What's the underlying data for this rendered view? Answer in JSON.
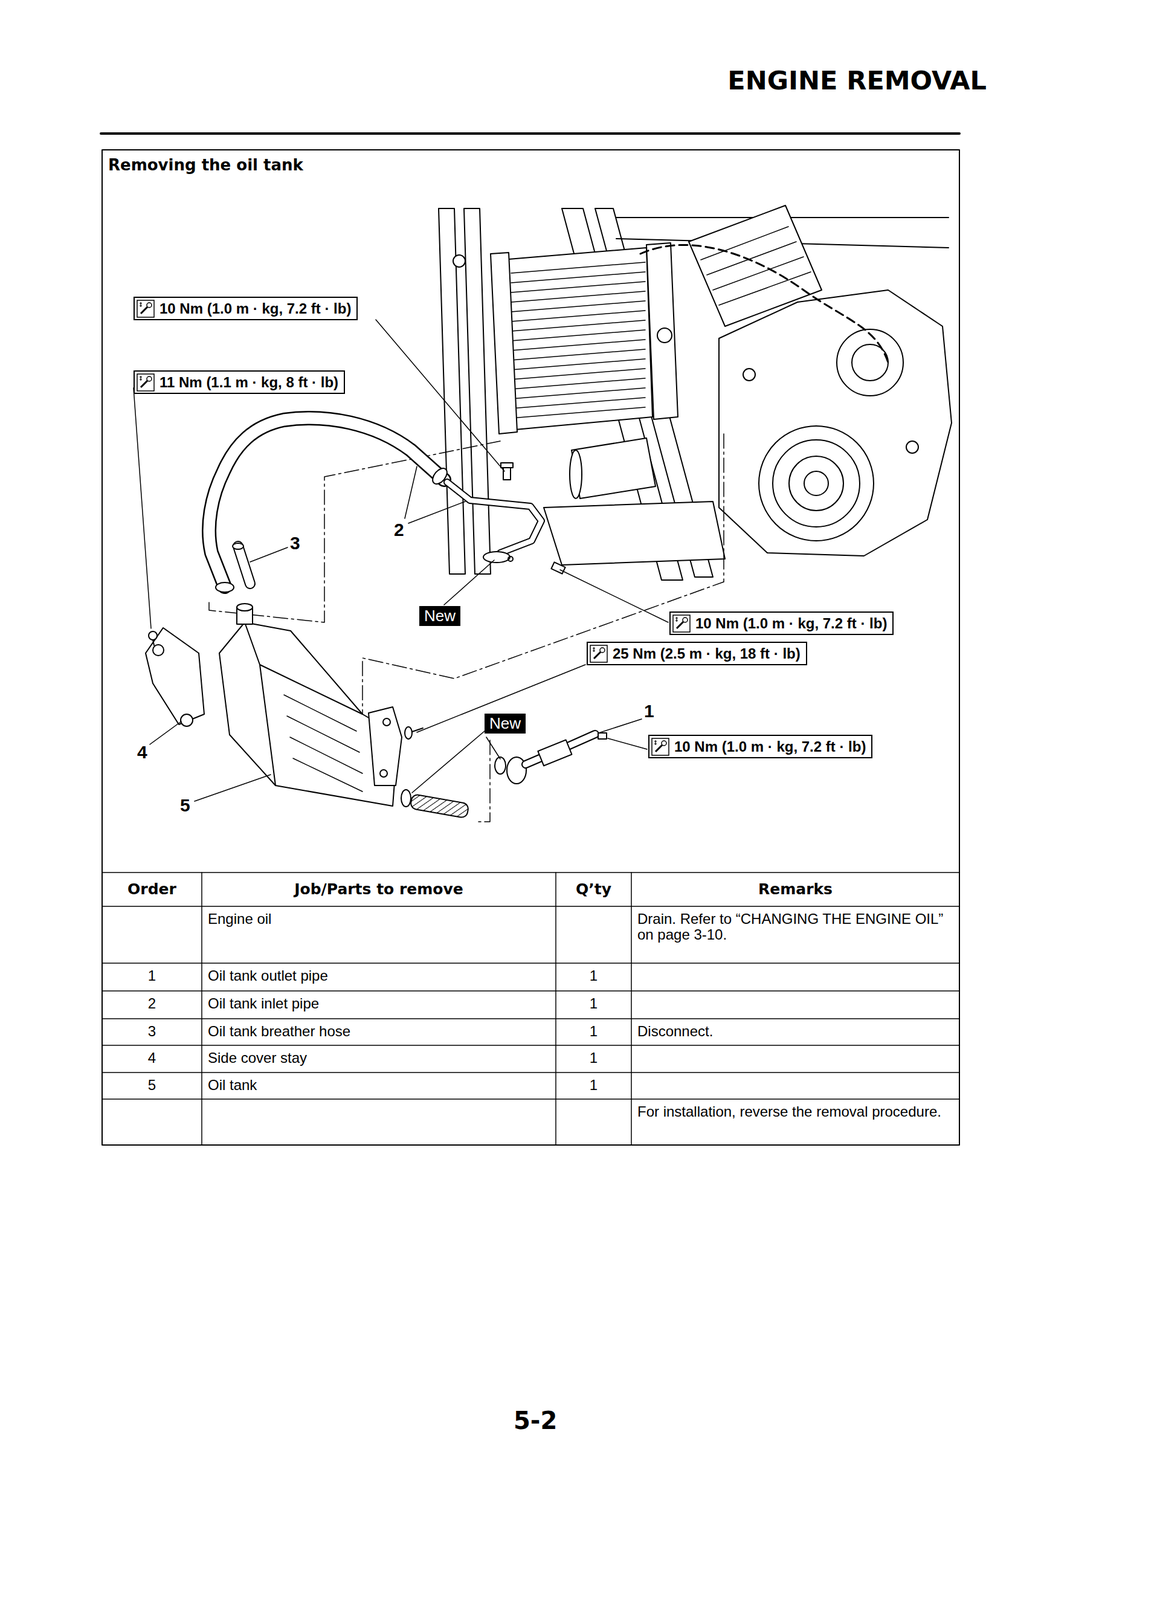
{
  "diagram": {
    "title": "ENGINE REMOVAL",
    "nodes": [
      {
        "text": [
          "10 Nm (1.0 m · kg, 7.2 ft · lb)"
        ]
      },
      {
        "text": [
          "11 Nm (1.1 m · kg, 8 ft · lb)"
        ]
      },
      {
        "text": [
          "New"
        ]
      },
      {
        "text": [
          "10 Nm (1.0 m · kg, 7.2 ft · lb)"
        ]
      },
      {
        "text": [
          "25 Nm (2.5 m · kg, 18 ft · lb)"
        ]
      },
      {
        "text": [
          "New"
        ]
      },
      {
        "text": [
          "10 Nm (1.0 m · kg, 7.2 ft · lb)"
        ]
      }
    ],
    "labels": [
      "Removing the oil tank",
      "2",
      "3",
      "1",
      "4",
      "5",
      "Order",
      "Job/Parts to remove",
      "Q’ty",
      "Remarks",
      "Engine oil",
      "Drain. Refer to “CHANGING THE ENGINE OIL” on page 3-10.",
      "1",
      "Oil tank outlet pipe",
      "1",
      "2",
      "Oil tank inlet pipe",
      "1",
      "3",
      "Oil tank breather hose",
      "1",
      "Disconnect.",
      "4",
      "Side cover stay",
      "1",
      "5",
      "Oil tank",
      "1",
      "For installation, reverse the removal procedure.",
      "5-2"
    ]
  }
}
